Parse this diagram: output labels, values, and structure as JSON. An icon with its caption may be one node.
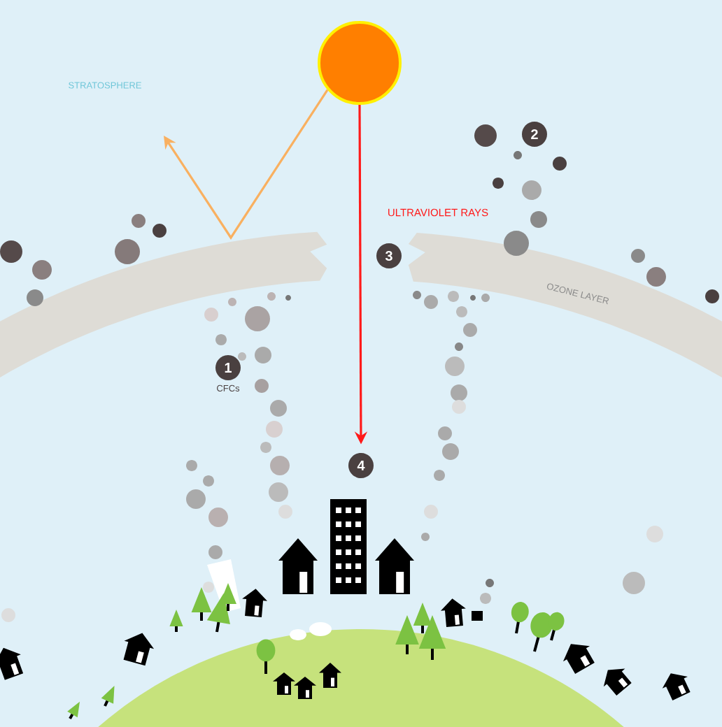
{
  "diagram": {
    "nodes": [
      {
        "text": [],
        "shape": "circle"
      },
      {
        "text": [
          "2"
        ]
      },
      {
        "text": [
          "3"
        ]
      },
      {
        "text": [
          "1"
        ],
        "beside": [
          "CFCs"
        ]
      },
      {
        "text": [
          "4"
        ]
      }
    ],
    "edges": [
      {
        "from": 0,
        "to": 4,
        "arrow": "to",
        "label": "ULTRAVIOLET RAYS",
        "color": "#ff1a1a"
      },
      {
        "from": 0,
        "to": null,
        "arrow": "to",
        "color": "#f9b060"
      }
    ],
    "labels": [
      "STRATOSPHERE",
      "OZONE LAYER"
    ]
  }
}
